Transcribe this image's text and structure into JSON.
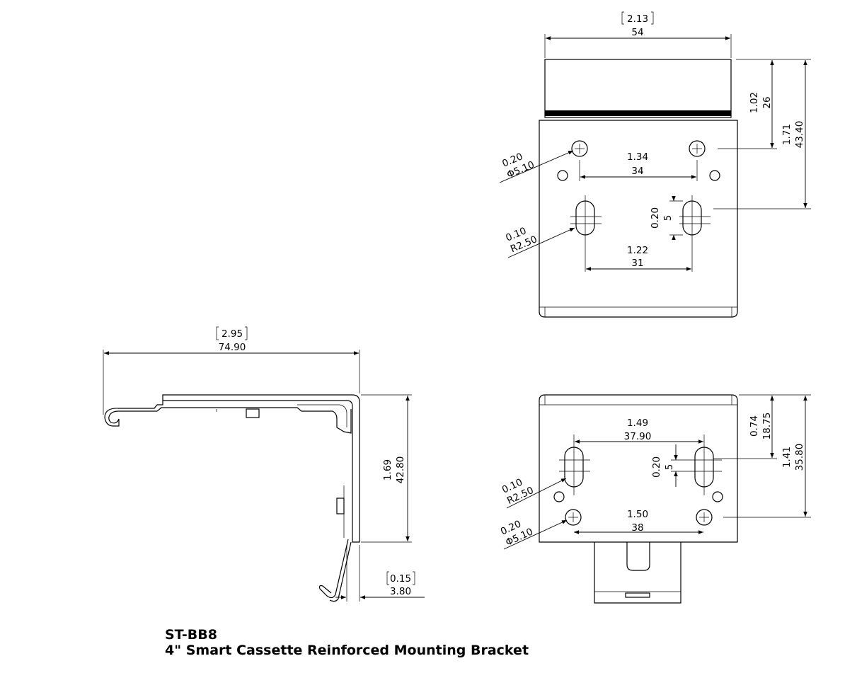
{
  "title": {
    "part_number": "ST-BB8",
    "description": "4\" Smart Cassette Reinforced  Mounting Bracket"
  },
  "top_view": {
    "width_in": "2.13",
    "width_mm": "54",
    "v1_in": "1.02",
    "v1_mm": "26",
    "v2_in": "1.71",
    "v2_mm": "43.40",
    "hole_pitch_in": "1.34",
    "hole_pitch_mm": "34",
    "hole_dia_in": "0.20",
    "hole_dia_mm": "Φ5.10",
    "slot_w_in": "0.20",
    "slot_w_mm": "5",
    "slot_r_in": "0.10",
    "slot_r_mm": "R2.50",
    "slot_pitch_in": "1.22",
    "slot_pitch_mm": "31"
  },
  "side_view": {
    "length_in": "2.95",
    "length_mm": "74.90",
    "height_in": "1.69",
    "height_mm": "42.80",
    "thk_in": "0.15",
    "thk_mm": "3.80"
  },
  "bottom_view": {
    "slot_pitch_in": "1.49",
    "slot_pitch_mm": "37.90",
    "v1_in": "0.74",
    "v1_mm": "18.75",
    "v2_in": "1.41",
    "v2_mm": "35.80",
    "slot_w_in": "0.20",
    "slot_w_mm": "5",
    "slot_r_in": "0.10",
    "slot_r_mm": "R2.50",
    "hole_dia_in": "0.20",
    "hole_dia_mm": "Φ5.10",
    "hole_pitch_in": "1.50",
    "hole_pitch_mm": "38"
  }
}
